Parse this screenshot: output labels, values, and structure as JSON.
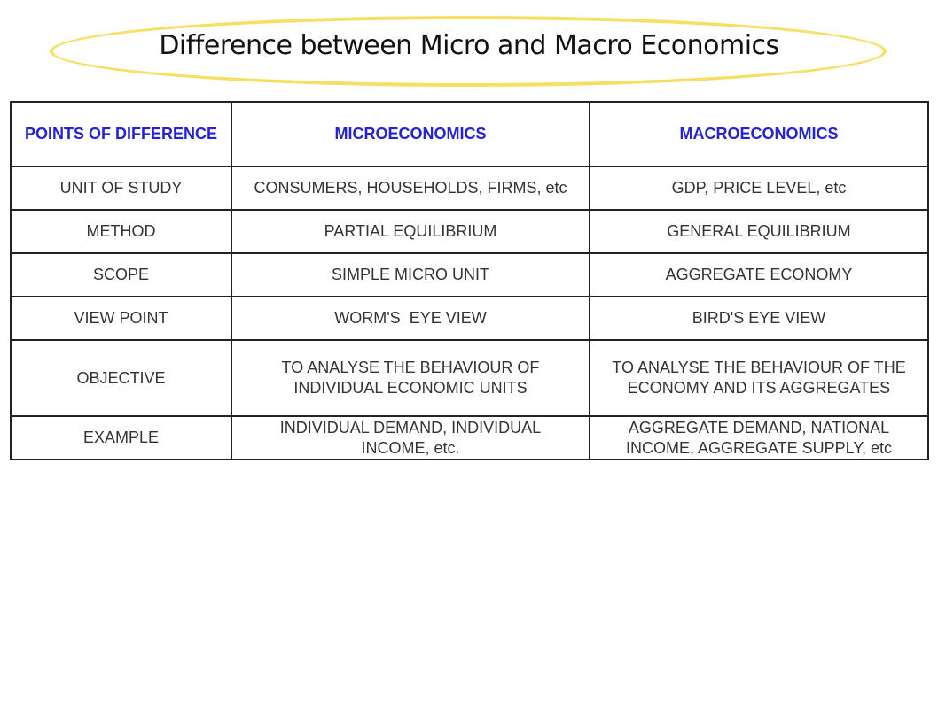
{
  "title": "Difference between Micro and Macro Economics",
  "headers": [
    "POINTS OF DIFFERENCE",
    "MICROECONOMICS",
    "MACROECONOMICS"
  ],
  "rows": [
    [
      "UNIT OF STUDY",
      "CONSUMERS, HOUSEHOLDS, FIRMS, etc",
      "GDP, PRICE LEVEL, etc"
    ],
    [
      "METHOD",
      "PARTIAL EQUILIBRIUM",
      "GENERAL EQUILIBRIUM"
    ],
    [
      "SCOPE",
      "SIMPLE MICRO UNIT",
      "AGGREGATE ECONOMY"
    ],
    [
      "VIEW POINT",
      "WORM'S  EYE VIEW",
      "BIRD'S EYE VIEW"
    ],
    [
      "OBJECTIVE",
      "TO ANALYSE THE BEHAVIOUR OF INDIVIDUAL ECONOMIC UNITS",
      "TO ANALYSE THE BEHAVIOUR OF THE ECONOMY AND ITS AGGREGATES"
    ],
    [
      "EXAMPLE",
      "INDIVIDUAL DEMAND, INDIVIDUAL INCOME, etc.",
      "AGGREGATE DEMAND, NATIONAL INCOME, AGGREGATE SUPPLY, etc"
    ]
  ]
}
